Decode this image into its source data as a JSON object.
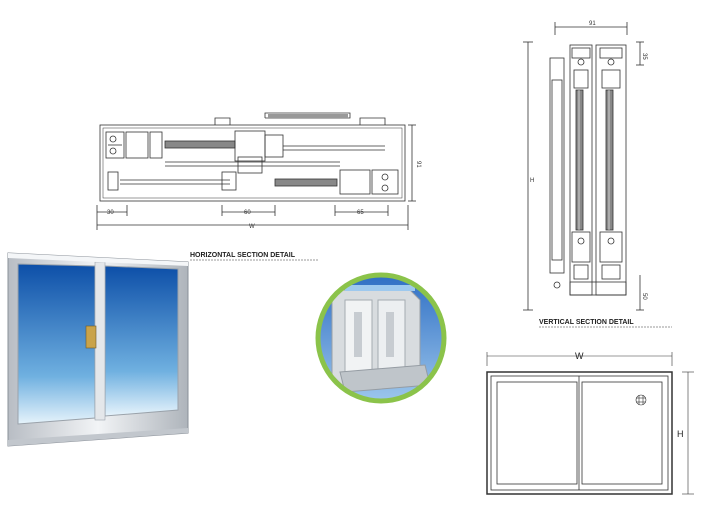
{
  "horizontal_section": {
    "title": "HORIZONTAL SECTION DETAIL",
    "dim_30": "30",
    "dim_60": "60",
    "dim_65": "65",
    "dim_91": "91",
    "dim_w": "W"
  },
  "vertical_section": {
    "title": "VERTICAL SECTION DETAIL",
    "dim_91": "91",
    "dim_35": "35",
    "dim_50": "50",
    "dim_h": "H"
  },
  "elevation": {
    "dim_w": "W",
    "dim_h": "H"
  },
  "colors": {
    "line": "#333333",
    "glass_top": "#1a5fb4",
    "glass_bottom": "#cfe6f5",
    "frame": "#d9dde2",
    "circle_border": "#8bc34a"
  }
}
